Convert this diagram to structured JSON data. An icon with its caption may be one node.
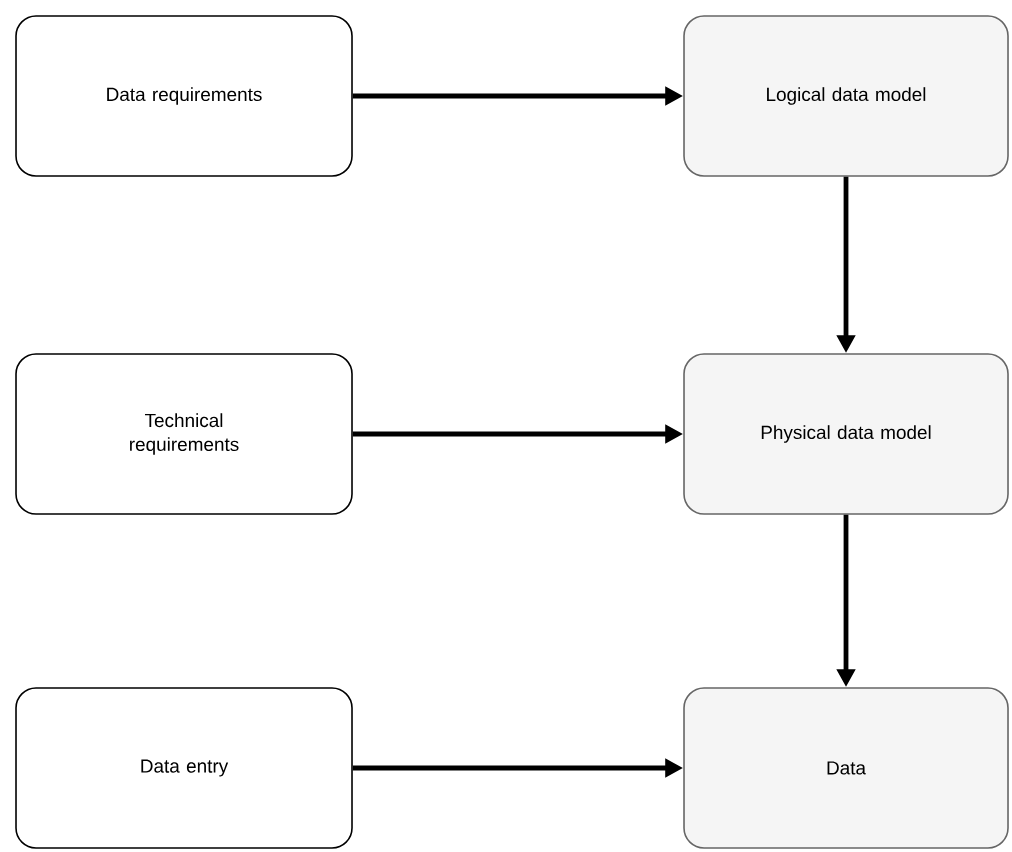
{
  "diagram": {
    "nodes": [
      {
        "text": [
          "Data requirements"
        ]
      },
      {
        "text": [
          "Logical data model"
        ]
      },
      {
        "text": [
          "Technical requirements"
        ]
      },
      {
        "text": [
          "Physical data model"
        ]
      },
      {
        "text": [
          "Data entry"
        ]
      },
      {
        "text": [
          "Data"
        ]
      }
    ],
    "edges": [
      {
        "from": 0,
        "to": 1,
        "arrow": "to"
      },
      {
        "from": 1,
        "to": 3,
        "arrow": "to"
      },
      {
        "from": 2,
        "to": 3,
        "arrow": "to"
      },
      {
        "from": 3,
        "to": 5,
        "arrow": "to"
      },
      {
        "from": 4,
        "to": 5,
        "arrow": "to"
      }
    ]
  }
}
